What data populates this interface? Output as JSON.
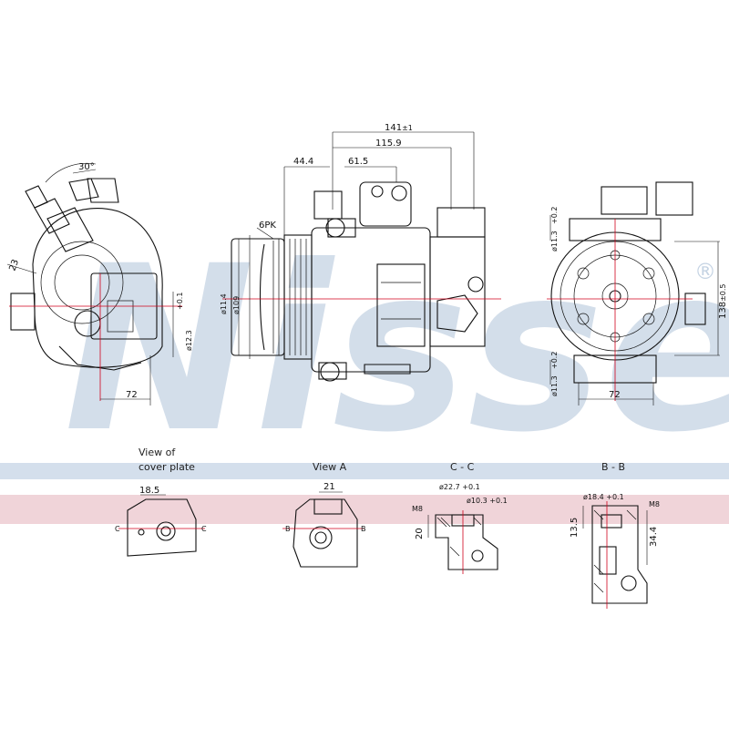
{
  "watermark": {
    "brand": "Nissens",
    "registered": "®",
    "color": "#c5d3e3"
  },
  "band_colors": {
    "blue": "#d4dfec",
    "pink": "#f0d4d9"
  },
  "side_view": {
    "dims": {
      "d141": "141",
      "d141_tol": "±1",
      "d115": "115.9",
      "d44": "44.4",
      "d61": "61.5",
      "spk": "6PK",
      "dia114": "ø11.4",
      "dia109": "ø109"
    }
  },
  "left_view": {
    "dims": {
      "angle": "30°",
      "d23": "23",
      "dia12": "ø12.3",
      "dia12_tol": "+0.1",
      "d72": "72"
    }
  },
  "right_view": {
    "dims": {
      "dia11_top": "ø11.3",
      "dia11_top_tol": "+0.2",
      "d138": "138",
      "d138_tol": "±0.5",
      "dia11_bottom": "ø11.3",
      "dia11_bottom_tol": "+0.2",
      "d72": "72"
    }
  },
  "details": {
    "cover": {
      "title_line1": "View of",
      "title_line2": "cover plate",
      "d18": "18.5",
      "sec_left": "C",
      "sec_right": "C"
    },
    "view_a": {
      "title": "View A",
      "d21": "21",
      "sec_left": "B",
      "sec_right": "B"
    },
    "cc": {
      "title": "C - C",
      "dia22": "ø22.7",
      "dia22_tol": "+0.1",
      "dia10": "ø10.3",
      "dia10_tol": "+0.1",
      "m8": "M8",
      "d20": "20"
    },
    "bb": {
      "title": "B - B",
      "dia18": "ø18.4",
      "dia18_tol": "+0.1",
      "m8": "M8",
      "d13": "13.5",
      "d34": "34.4"
    }
  }
}
